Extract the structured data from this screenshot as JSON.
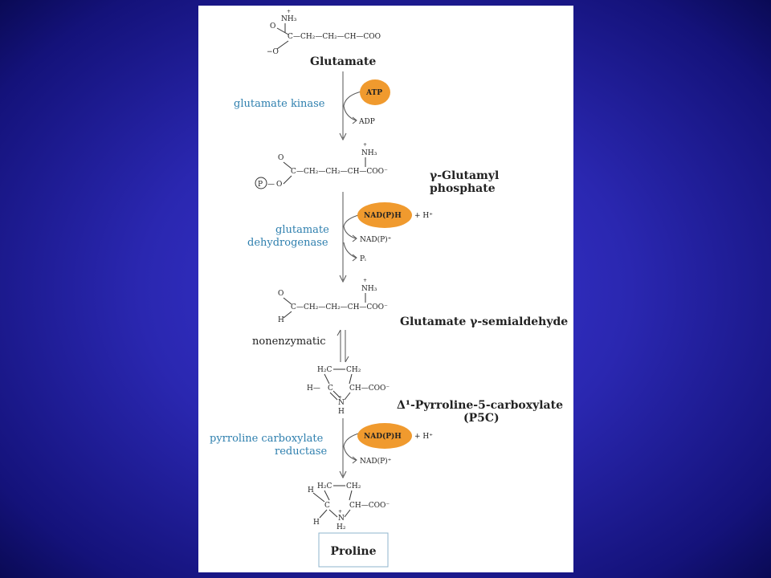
{
  "colors": {
    "background": "#2a27b0",
    "panel": "#ffffff",
    "enzyme_text": "#2e7fae",
    "cofactor_fill": "#f09a2e"
  },
  "compounds": {
    "glutamate": {
      "name": "Glutamate"
    },
    "glutamyl_phosphate": {
      "name_line1": "γ-Glutamyl",
      "name_line2": "phosphate"
    },
    "semialdehyde": {
      "name": "Glutamate γ-semialdehyde"
    },
    "p5c": {
      "name_line1": "Δ¹-Pyrroline-5-carboxylate",
      "name_line2": "(P5C)"
    },
    "proline": {
      "name": "Proline"
    }
  },
  "steps": {
    "step1": {
      "enzyme": "glutamate kinase",
      "cofactor_in": "ATP",
      "product_out": "ADP"
    },
    "step2": {
      "enzyme_line1": "glutamate",
      "enzyme_line2": "dehydrogenase",
      "cofactor_in": "NAD(P)H",
      "cofactor_extra": "+ H⁺",
      "product_out": "NAD(P)⁺",
      "product_out2": "Pᵢ"
    },
    "step3": {
      "label": "nonenzymatic"
    },
    "step4": {
      "enzyme_line1": "pyrroline carboxylate",
      "enzyme_line2": "reductase",
      "cofactor_in": "NAD(P)H",
      "cofactor_extra": "+ H⁺",
      "product_out": "NAD(P)⁺"
    }
  },
  "structure_text": {
    "O": "O",
    "O_minus": "−O",
    "C": "C",
    "chain": "—CH₂—CH₂—CH—COO",
    "chain_minus": "—CH₂—CH₂—CH—COO⁻",
    "NH3": "NH₃",
    "plus": "+",
    "P": "P",
    "H": "H",
    "H2C": "H₂C",
    "CH2": "CH₂",
    "CH_COO": "CH—COO⁻",
    "N": "N",
    "H2": "H₂",
    "bond": "—",
    "H_left": "H—"
  }
}
